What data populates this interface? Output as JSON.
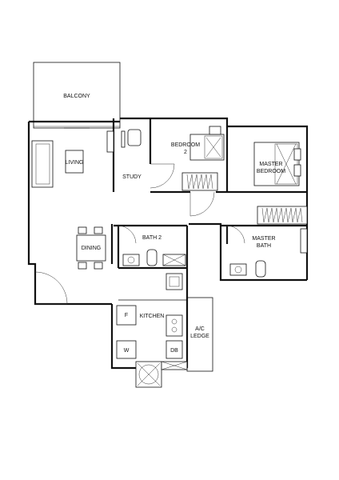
{
  "rooms": {
    "balcony": "BALCONY",
    "living": "LIVING",
    "study": "STUDY",
    "bedroom2_line1": "BEDROOM",
    "bedroom2_line2": "2",
    "master_bedroom_line1": "MASTER",
    "master_bedroom_line2": "BEDROOM",
    "dining": "DINING",
    "bath2": "BATH 2",
    "master_bath_line1": "MASTER",
    "master_bath_line2": "BATH",
    "kitchen": "KITCHEN",
    "ac_ledge_line1": "A/C",
    "ac_ledge_line2": "LEDGE"
  },
  "fixtures": {
    "fridge": "F",
    "washer": "W",
    "db": "DB"
  }
}
